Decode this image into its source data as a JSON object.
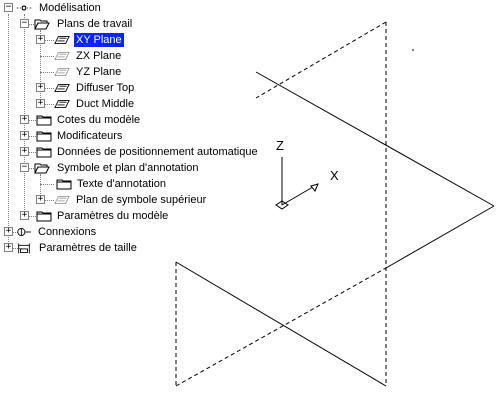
{
  "tree": {
    "root": {
      "label": "Modélisation"
    },
    "items": [
      {
        "label": "Plans de travail"
      },
      {
        "label": "XY Plane"
      },
      {
        "label": "ZX Plane"
      },
      {
        "label": "YZ Plane"
      },
      {
        "label": "Diffuser Top"
      },
      {
        "label": "Duct Middle"
      },
      {
        "label": "Cotes du modèle"
      },
      {
        "label": "Modificateurs"
      },
      {
        "label": "Données de positionnement automatique"
      },
      {
        "label": "Symbole et plan d'annotation"
      },
      {
        "label": "Texte d'annotation"
      },
      {
        "label": "Plan de symbole supérieur"
      },
      {
        "label": "Paramètres du modèle"
      },
      {
        "label": "Connexions"
      },
      {
        "label": "Paramètres de taille"
      }
    ]
  },
  "viewport": {
    "axis_z": "Z",
    "axis_x": "X"
  },
  "colors": {
    "selection": "#0a24ff",
    "tree_lines": "#808080",
    "drawing": "#000000"
  }
}
